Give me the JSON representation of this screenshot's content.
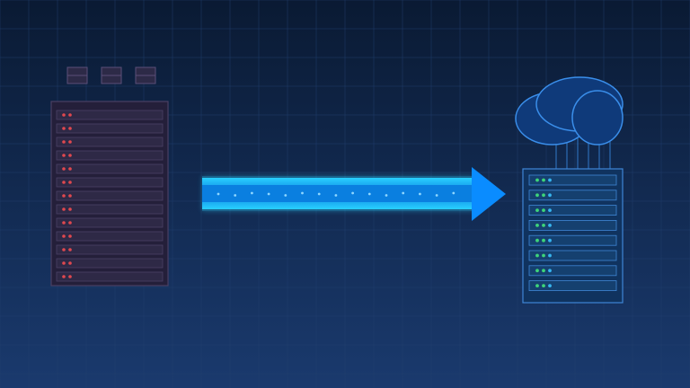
{
  "scene": {
    "description_free": true,
    "colors": {
      "background_top": "#0a1a33",
      "background_bottom": "#1a3a6e",
      "grid_line": "#22406f",
      "legacy_rack_fill": "#241f3a",
      "legacy_rack_stroke": "#4a3f63",
      "legacy_slot_fill": "#2e2946",
      "legacy_slot_stroke": "#4a4266",
      "legacy_led": "#e0484f",
      "module_fill": "#2d2a47",
      "module_stroke": "#5a4f78",
      "arrow_body": "#0a7fe0",
      "arrow_body_light": "#27a6ff",
      "arrow_glow": "#29d0ff",
      "arrow_head": "#0a8cff",
      "arrow_dots": "#8fd7ff",
      "cloud_fill": "#0f3a7a",
      "cloud_stroke": "#3a8eea",
      "cloud_rack_fill": "#10335f",
      "cloud_rack_stroke": "#3f86d6",
      "cloud_slot_fill": "#15406f",
      "cloud_slot_stroke": "#3f86d6",
      "cloud_led": "#3ed47a",
      "cloud_led_2": "#36b5f0"
    },
    "icons": {
      "legacy_server": "server-rack-icon",
      "cloud": "cloud-icon",
      "cloud_server": "server-rack-icon",
      "arrow": "arrow-right-icon"
    },
    "legacy_rack": {
      "slot_count": 13
    },
    "cloud_rack": {
      "slot_count": 8
    },
    "top_modules": {
      "count": 3
    }
  }
}
